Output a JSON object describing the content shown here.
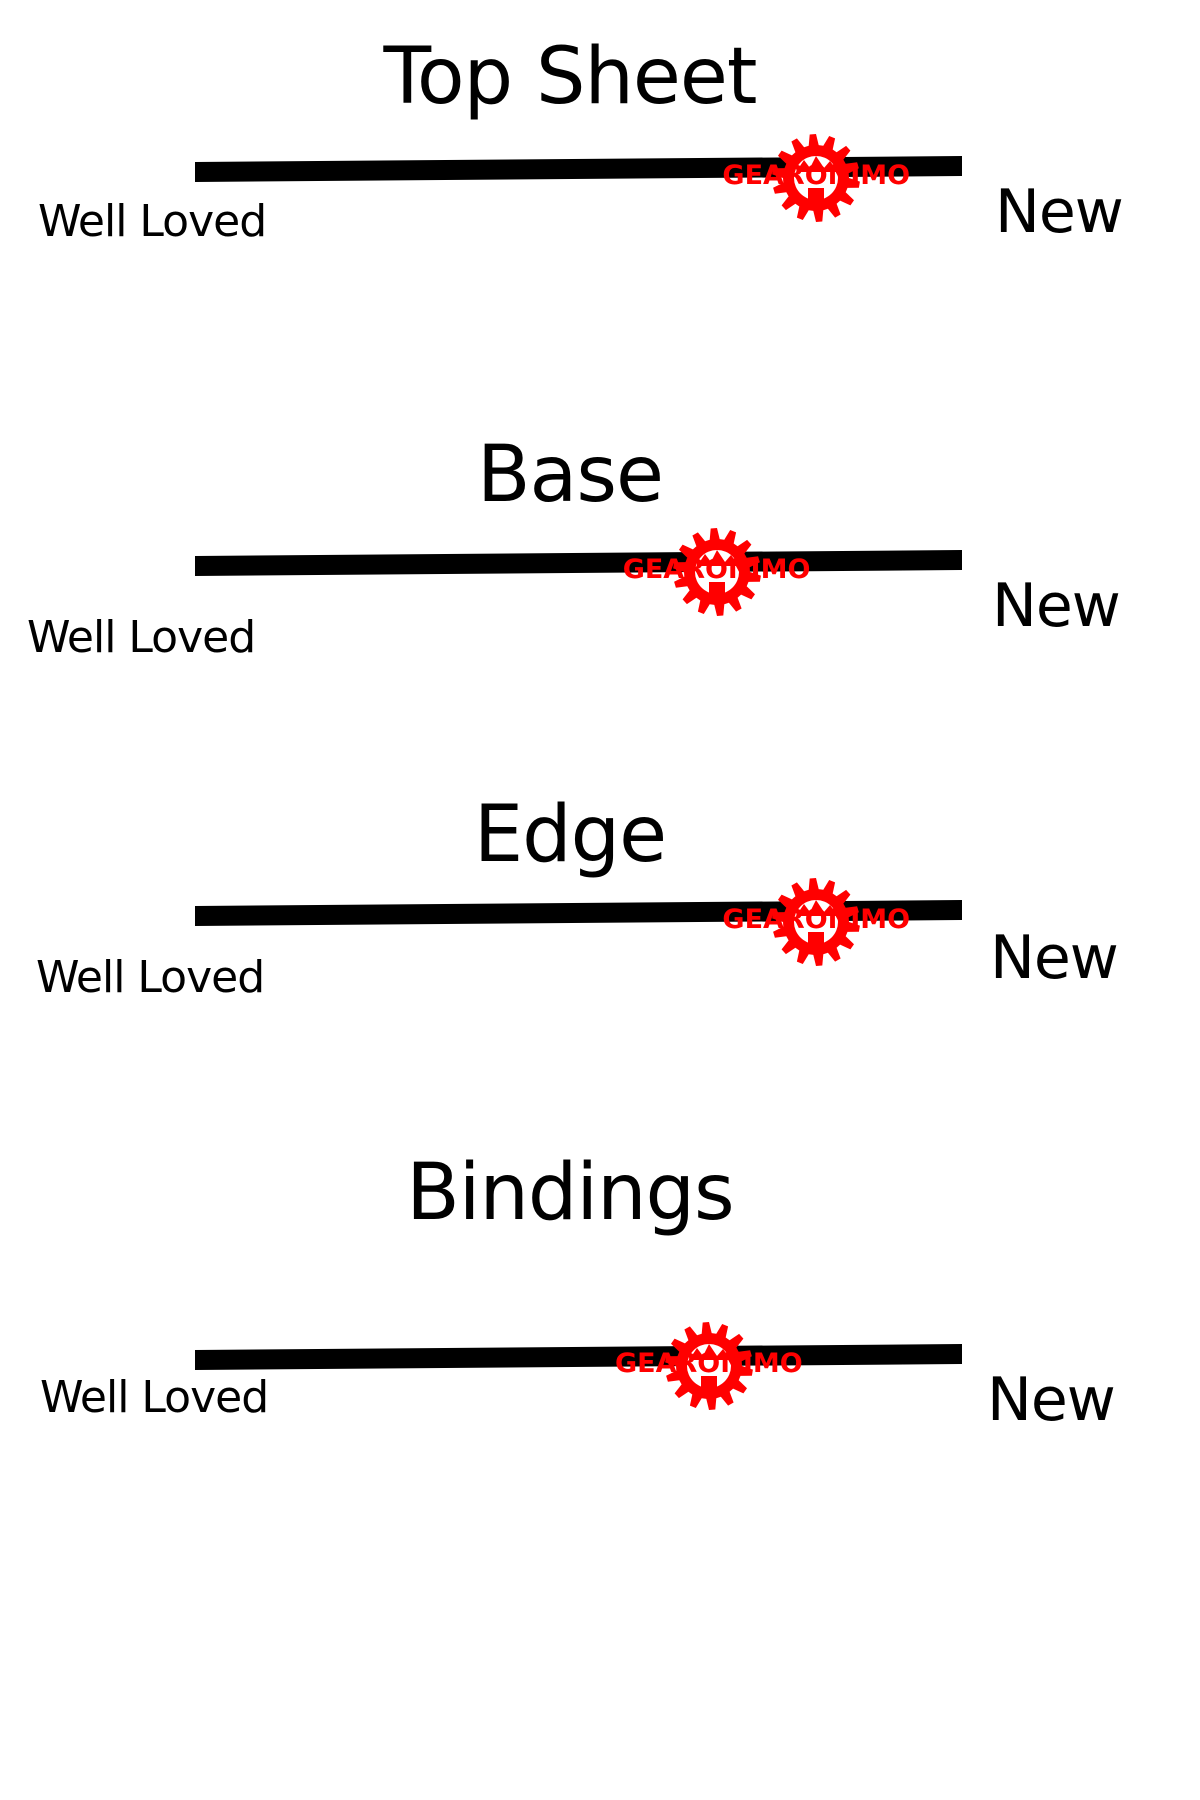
{
  "accent_color": "#ff0000",
  "line_color": "#000000",
  "gauges": [
    {
      "title": "Top Sheet",
      "low_label": "Well Loved",
      "high_label": "New",
      "condition_level": 0.81,
      "logo_text": "GEARONIMO"
    },
    {
      "title": "Base",
      "low_label": "Well Loved",
      "high_label": "New",
      "condition_level": 0.68,
      "logo_text": "GEARONIMO"
    },
    {
      "title": "Edge",
      "low_label": "Well Loved",
      "high_label": "New",
      "condition_level": 0.81,
      "logo_text": "GEARONIMO"
    },
    {
      "title": "Bindings",
      "low_label": "Well Loved",
      "high_label": "New",
      "condition_level": 0.67,
      "logo_text": "GEARONIMO"
    }
  ]
}
